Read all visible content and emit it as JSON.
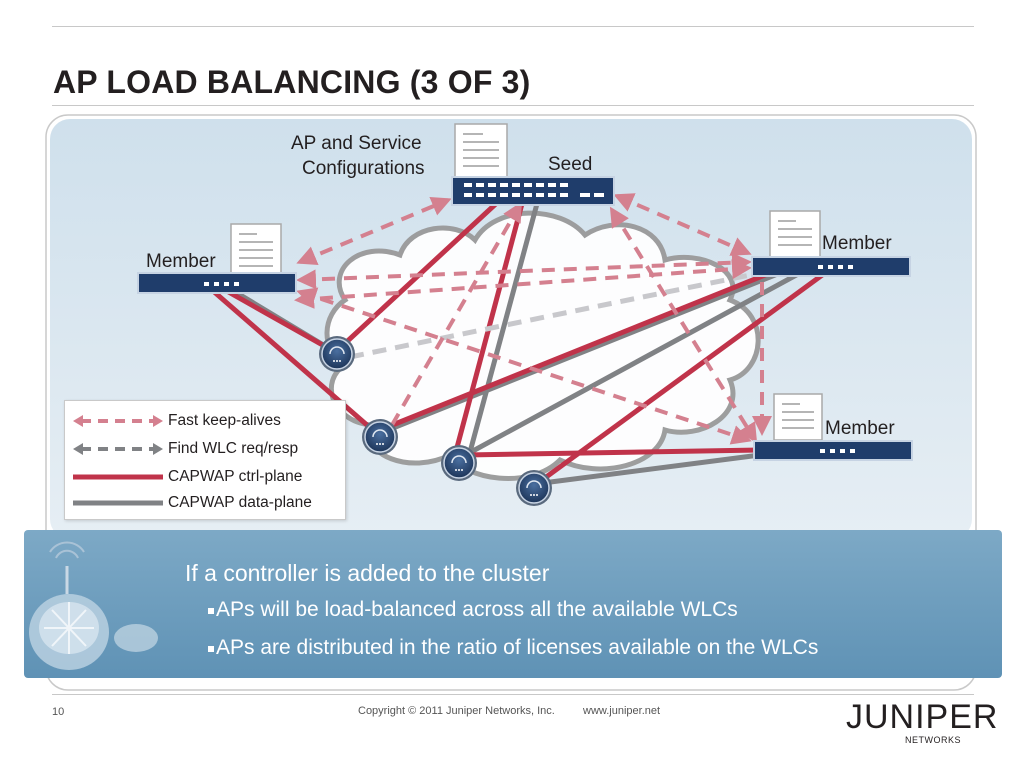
{
  "slide": {
    "title": "AP LOAD BALANCING (3 OF 3)"
  },
  "diagram": {
    "config_label_line1": "AP and Service",
    "config_label_line2": "Configurations",
    "seed_label": "Seed",
    "member_left_label": "Member",
    "member_right_top_label": "Member",
    "member_right_bottom_label": "Member"
  },
  "legend": {
    "items": [
      {
        "label": "Fast keep-alives",
        "style": "dashed-arrow",
        "color": "#d4808f"
      },
      {
        "label": "Find WLC req/resp",
        "style": "dashed-arrow",
        "color": "#808285"
      },
      {
        "label": "CAPWAP ctrl-plane",
        "style": "solid",
        "color": "#c0334a"
      },
      {
        "label": "CAPWAP data-plane",
        "style": "solid",
        "color": "#808285"
      }
    ]
  },
  "banner": {
    "heading": "If a controller is added to the cluster",
    "bullets": [
      "APs will be load-balanced across all the available WLCs",
      "APs are distributed in the ratio of licenses available on the WLCs"
    ]
  },
  "footer": {
    "page_number": "10",
    "copyright": "Copyright © 2011 Juniper Networks, Inc.",
    "url": "www.juniper.net",
    "logo_word": "JUNIPER",
    "logo_sub": "NETWORKS"
  },
  "colors": {
    "title": "#231f20",
    "panel_bg": "#d6e6f0",
    "device": "#1f3d6b",
    "ctrl_plane": "#c0334a",
    "data_plane": "#808285",
    "keepalive": "#d4808f",
    "banner": "#6f9fc1"
  },
  "icons": [
    "document-icon",
    "switch-device-icon",
    "access-point-icon",
    "cloud-icon",
    "wifi-ap-decoration-icon",
    "juniper-logo"
  ]
}
